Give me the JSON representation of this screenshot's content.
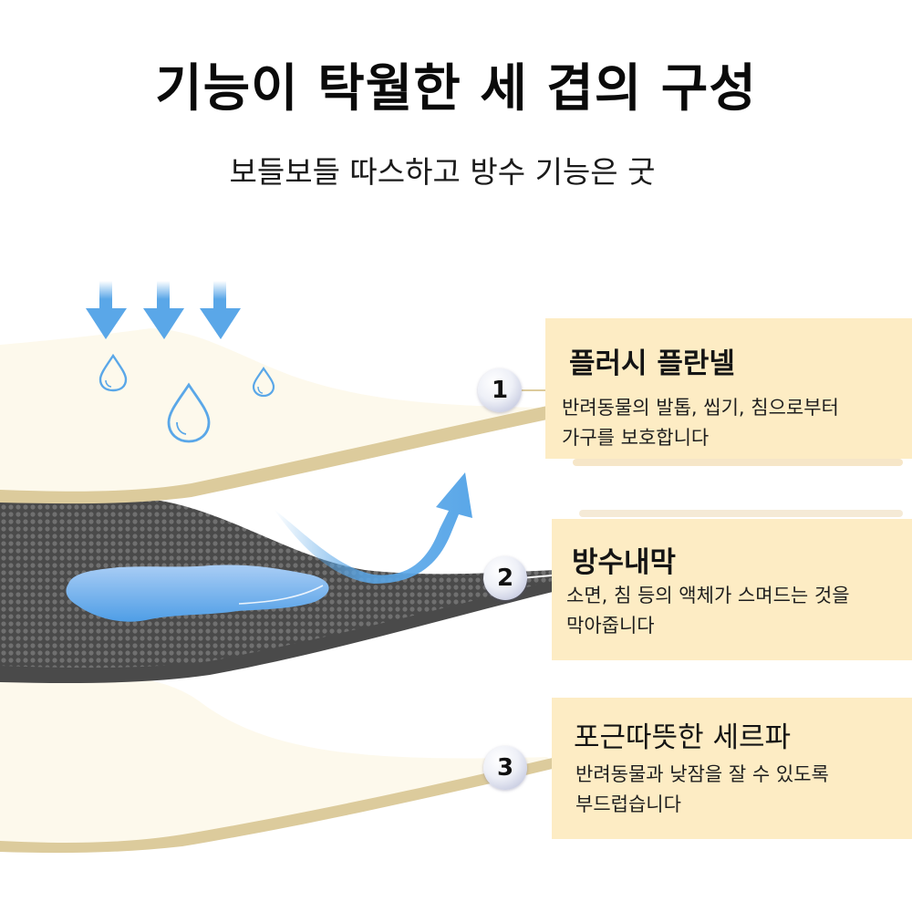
{
  "header": {
    "title": "기능이 탁월한 세 겹의 구성",
    "subtitle": "보들보들 따스하고 방수 기능은 굿"
  },
  "layers": [
    {
      "number": "1",
      "name": "플러시 플란넬",
      "description_lines": [
        "반려동물의 발톱, 씹기, 침으로부터",
        "가구를 보호합니다"
      ]
    },
    {
      "number": "2",
      "name": "방수내막",
      "description_lines": [
        "소면, 침 등의 액체가 스며드는 것을",
        "막아줍니다"
      ]
    },
    {
      "number": "3",
      "name": "포근따뜻한 세르파",
      "description_lines": [
        "반려동물과 낮잠을 잘 수 있도록",
        "부드럽습니다"
      ]
    }
  ],
  "icons": {
    "down_arrows": [
      "arrow-down-icon",
      "arrow-down-icon",
      "arrow-down-icon"
    ],
    "water_drops": [
      "water-drop-icon",
      "water-drop-icon",
      "water-drop-icon"
    ],
    "curved_arrow": "curved-arrow-up-icon",
    "puddle": "water-puddle"
  },
  "colors": {
    "box_bg": "#fdecc4",
    "fleece": "#fdf9ec",
    "fleece_edge": "#dccb9c",
    "membrane": "#4f4f4f",
    "water_blue": "#5aa7e8"
  }
}
